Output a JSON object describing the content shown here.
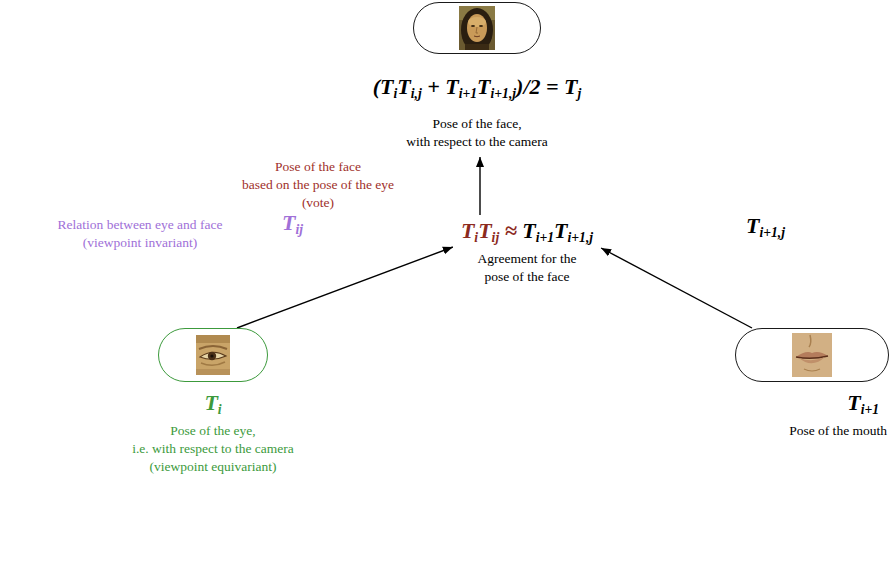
{
  "diagram": {
    "nodes": [
      {
        "text": [
          "(TiTi,j + Ti+1Ti+1,j)/2 = Tj",
          "Pose of the face, with respect to the camera"
        ]
      },
      {
        "text": [
          "TiTij ≈ Ti+1Ti+1,j",
          "Agreement for the pose of the face"
        ]
      },
      {
        "text": [
          "Ti",
          "Pose of the eye, i.e. with respect to the camera (viewpoint equivariant)"
        ]
      },
      {
        "text": [
          "Ti+1",
          "Pose of the mouth"
        ]
      }
    ],
    "edges": [
      {
        "from": 2,
        "to": 1,
        "arrow": "to",
        "label": "Tij"
      },
      {
        "from": 3,
        "to": 1,
        "arrow": "to",
        "label": "Ti+1,j"
      },
      {
        "from": 1,
        "to": 0,
        "arrow": "to"
      }
    ],
    "labels": [
      "Pose of the face based on the pose of the eye (vote)",
      "Relation between eye and face (viewpoint invariant)"
    ]
  }
}
